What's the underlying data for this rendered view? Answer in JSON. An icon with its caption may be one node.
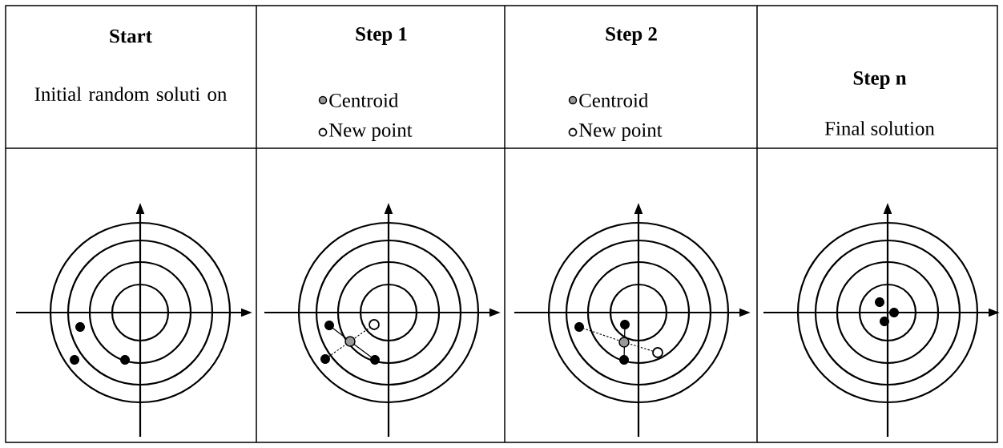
{
  "diagram": {
    "labels": [
      "Start",
      "Initial random soluti on",
      "Step 1",
      "Step 2",
      "Step n",
      "Final solution"
    ],
    "legend": [
      {
        "text": "Centroid"
      },
      {
        "text": "New point"
      },
      {
        "text": "Centroid"
      },
      {
        "text": "New point"
      }
    ]
  }
}
